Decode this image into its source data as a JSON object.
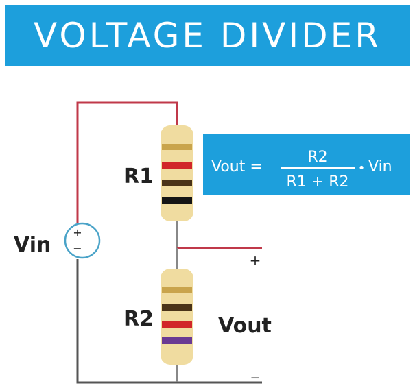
{
  "title": "VOLTAGE DIVIDER",
  "labels": {
    "vin": "Vin",
    "r1": "R1",
    "r2": "R2",
    "vout": "Vout",
    "plus": "+",
    "minus": "−",
    "source_plus": "+",
    "source_minus": "−"
  },
  "formula": {
    "lhs": "Vout =",
    "numerator": "R2",
    "denominator": "R1 + R2",
    "times": "•",
    "rhs": "Vin"
  },
  "colors": {
    "banner": "#1d9fdc",
    "formula_box": "#1d9fdc",
    "wire_top": "#c0394a",
    "wire_bottom": "#555555",
    "source": "#4aa3c8",
    "resistor_body": "#f0dca0",
    "band_red": "#d1262a",
    "band_brown": "#4a3318",
    "band_black": "#151515",
    "band_gold": "#c9a44c",
    "band_violet": "#6a3a93"
  },
  "resistors": [
    {
      "name": "R1",
      "bands": [
        "gold",
        "red",
        "brown",
        "black"
      ]
    },
    {
      "name": "R2",
      "bands": [
        "gold",
        "brown",
        "red",
        "violet"
      ]
    }
  ]
}
